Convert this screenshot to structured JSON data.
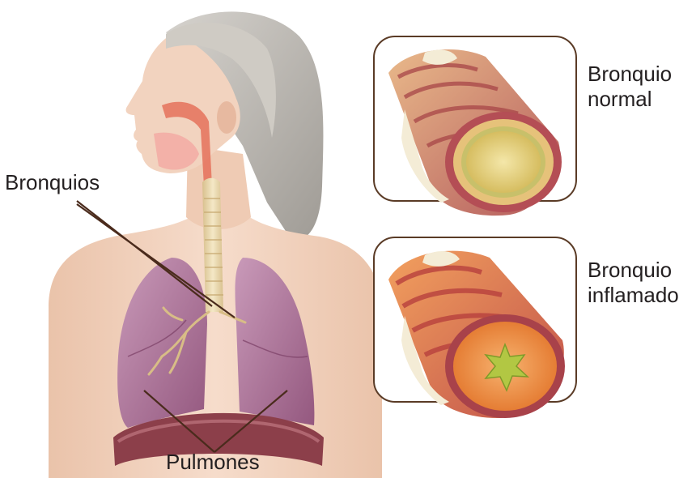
{
  "labels": {
    "bronquios": "Bronquios",
    "pulmones": "Pulmones",
    "normal": {
      "line1": "Bronquio",
      "line2": "normal"
    },
    "inflamado": {
      "line1": "Bronquio",
      "line2": "inflamado"
    }
  },
  "colors": {
    "skin": "#f3d6c2",
    "skin_shadow": "#e7bca2",
    "hair": "#b9b6b0",
    "lung": "#a66f95",
    "lung_light": "#c294b3",
    "diaphragm": "#8c3f4a",
    "trachea": "#e9d7b0",
    "muscle": "#c4605e",
    "cartilage": "#f2ead6",
    "lumen_normal": "#e8d488",
    "lumen_inflamed": "#f19a52",
    "mucus": "#b5c94e",
    "frame": "#5a3b26",
    "leader_line": "#4a2b1c"
  },
  "icons": {
    "body": "human-torso-illustration",
    "normal_tube": "bronchus-cross-section-normal",
    "inflamed_tube": "bronchus-cross-section-inflamed"
  }
}
